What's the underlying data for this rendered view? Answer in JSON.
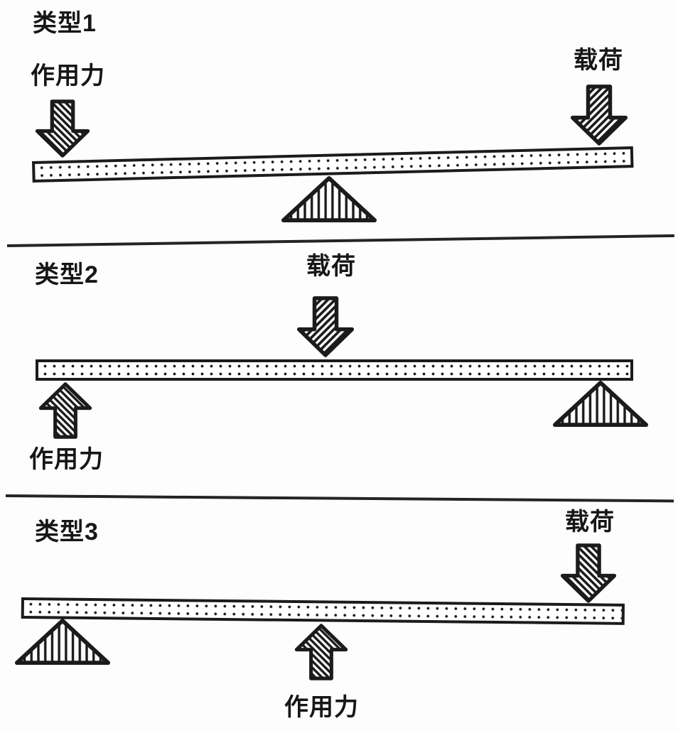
{
  "figure": {
    "colors": {
      "ink": "#1b1b1b",
      "paper": "#ffffff"
    },
    "icons": {
      "load_arrow": "hatched-block-arrow-down",
      "effort_arrow_down": "hatched-block-arrow-down",
      "effort_arrow_up": "hatched-block-arrow-up",
      "fulcrum": "hatched-triangle-support"
    },
    "sections": [
      {
        "title": "类型1",
        "labels": {
          "effort": "作用力",
          "load": "载荷"
        },
        "effort": {
          "position": "left-end",
          "direction": "down"
        },
        "load": {
          "position": "right-end",
          "direction": "down"
        },
        "fulcrum": {
          "position": "center"
        },
        "beam_tilt": "right-end-raised"
      },
      {
        "title": "类型2",
        "labels": {
          "effort": "作用力",
          "load": "载荷"
        },
        "effort": {
          "position": "left-end",
          "direction": "up"
        },
        "load": {
          "position": "center",
          "direction": "down"
        },
        "fulcrum": {
          "position": "right-end"
        },
        "beam_tilt": "level"
      },
      {
        "title": "类型3",
        "labels": {
          "effort": "作用力",
          "load": "载荷"
        },
        "effort": {
          "position": "center",
          "direction": "up"
        },
        "load": {
          "position": "right-end",
          "direction": "down"
        },
        "fulcrum": {
          "position": "left-end"
        },
        "beam_tilt": "right-end-slightly-lower"
      }
    ]
  }
}
